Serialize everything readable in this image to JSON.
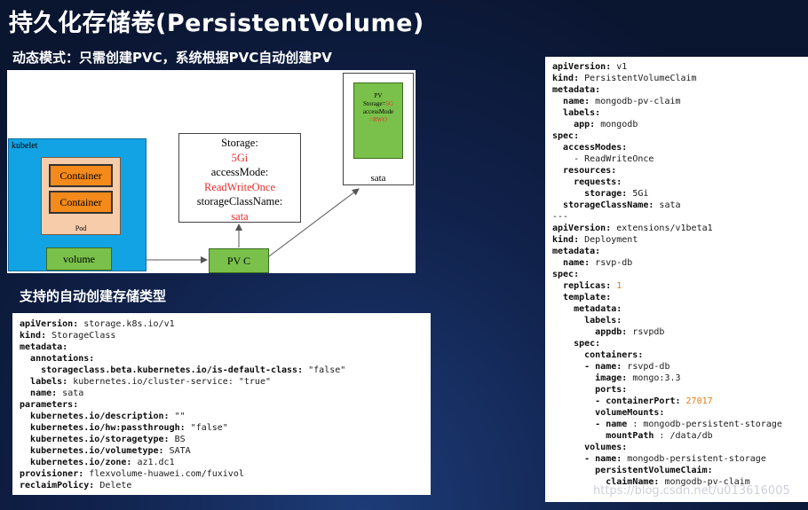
{
  "title": "持久化存储卷(PersistentVolume)",
  "subtitle": "动态模式：只需创建PVC，系统根据PVC自动创建PV",
  "section_title": "支持的自动创建存储类型",
  "diagram": {
    "kubelet_label": "kubelet",
    "container_labels": [
      "Container",
      "Container"
    ],
    "pod_label": "Pod",
    "volume_label": "volume",
    "pvc_label": "PV C",
    "storage_spec": {
      "storage_label": "Storage:",
      "storage_value": "5Gi",
      "access_label": "accessMode:",
      "access_value": "ReadWriteOnce",
      "class_label": "storageClassName:",
      "class_value": "sata"
    },
    "pv_box": {
      "title": "PV",
      "storage_prefix": "Storage=",
      "storage_value": "5G",
      "access_label": "accessMode",
      "access_value": "=RWO"
    },
    "sata_label": "sata",
    "accent_red": "#e53030",
    "accent_green": "#79c14a",
    "accent_orange": "#f48a1a",
    "accent_blue": "#12a3e4"
  },
  "storageclass_yaml": [
    {
      "indent": 0,
      "key": "apiVersion:",
      "value": " storage.k8s.io/v1"
    },
    {
      "indent": 0,
      "key": "kind:",
      "value": " StorageClass"
    },
    {
      "indent": 0,
      "key": "metadata:",
      "value": ""
    },
    {
      "indent": 2,
      "key": "annotations:",
      "value": ""
    },
    {
      "indent": 4,
      "key": "storageclass.beta.kubernetes.io/is-default-class:",
      "value": " \"false\""
    },
    {
      "indent": 2,
      "key": "labels:",
      "value": " kubernetes.io/cluster-service: \"true\""
    },
    {
      "indent": 2,
      "key": "name:",
      "value": " sata"
    },
    {
      "indent": 0,
      "key": "parameters:",
      "value": ""
    },
    {
      "indent": 2,
      "key": "kubernetes.io/description:",
      "value": " \"\""
    },
    {
      "indent": 2,
      "key": "kubernetes.io/hw:passthrough:",
      "value": " \"false\""
    },
    {
      "indent": 2,
      "key": "kubernetes.io/storagetype:",
      "value": " BS"
    },
    {
      "indent": 2,
      "key": "kubernetes.io/volumetype:",
      "value": " SATA"
    },
    {
      "indent": 2,
      "key": "kubernetes.io/zone:",
      "value": " az1.dc1"
    },
    {
      "indent": 0,
      "key": "provisioner:",
      "value": " flexvolume-huawei.com/fuxivol"
    },
    {
      "indent": 0,
      "key": "reclaimPolicy:",
      "value": " Delete"
    }
  ],
  "pvc_deploy_yaml": [
    {
      "indent": 0,
      "key": "apiVersion:",
      "value": " v1"
    },
    {
      "indent": 0,
      "key": "kind:",
      "value": " PersistentVolumeClaim"
    },
    {
      "indent": 0,
      "key": "metadata:",
      "value": ""
    },
    {
      "indent": 2,
      "key": "name:",
      "value": " mongodb-pv-claim"
    },
    {
      "indent": 2,
      "key": "labels:",
      "value": ""
    },
    {
      "indent": 4,
      "key": "app:",
      "value": " mongodb"
    },
    {
      "indent": 0,
      "key": "spec:",
      "value": ""
    },
    {
      "indent": 2,
      "key": "accessModes:",
      "value": ""
    },
    {
      "indent": 4,
      "key": "",
      "value": "- ReadWriteOnce"
    },
    {
      "indent": 2,
      "key": "resources:",
      "value": ""
    },
    {
      "indent": 4,
      "key": "requests:",
      "value": ""
    },
    {
      "indent": 6,
      "key": "storage:",
      "value": " 5Gi"
    },
    {
      "indent": 2,
      "key": "storageClassName:",
      "value": " sata"
    },
    {
      "indent": 0,
      "key": "",
      "value": "---"
    },
    {
      "indent": 0,
      "key": "apiVersion:",
      "value": " extensions/v1beta1"
    },
    {
      "indent": 0,
      "key": "kind:",
      "value": " Deployment"
    },
    {
      "indent": 0,
      "key": "metadata:",
      "value": ""
    },
    {
      "indent": 2,
      "key": "name:",
      "value": " rsvp-db"
    },
    {
      "indent": 0,
      "key": "spec:",
      "value": ""
    },
    {
      "indent": 2,
      "key": "replicas:",
      "value": " ",
      "num": "1"
    },
    {
      "indent": 2,
      "key": "template:",
      "value": ""
    },
    {
      "indent": 4,
      "key": "metadata:",
      "value": ""
    },
    {
      "indent": 6,
      "key": "labels:",
      "value": ""
    },
    {
      "indent": 8,
      "key": "appdb:",
      "value": " rsvpdb"
    },
    {
      "indent": 4,
      "key": "spec:",
      "value": ""
    },
    {
      "indent": 6,
      "key": "containers:",
      "value": ""
    },
    {
      "indent": 6,
      "key": "- name:",
      "value": " rsvpd-db"
    },
    {
      "indent": 8,
      "key": "image:",
      "value": " mongo:3.3"
    },
    {
      "indent": 8,
      "key": "ports:",
      "value": ""
    },
    {
      "indent": 8,
      "key": "- containerPort:",
      "value": " ",
      "num": "27017"
    },
    {
      "indent": 8,
      "key": "volumeMounts:",
      "value": ""
    },
    {
      "indent": 8,
      "key": "- name",
      "value": " : mongodb-persistent-storage"
    },
    {
      "indent": 10,
      "key": "mountPath",
      "value": " : /data/db"
    },
    {
      "indent": 6,
      "key": "volumes:",
      "value": ""
    },
    {
      "indent": 6,
      "key": "- name:",
      "value": " mongodb-persistent-storage"
    },
    {
      "indent": 8,
      "key": "persistentVolumeClaim:",
      "value": ""
    },
    {
      "indent": 10,
      "key": "claimName:",
      "value": " mongodb-pv-claim"
    }
  ],
  "watermark": "https://blog.csdn.net/u013616005"
}
